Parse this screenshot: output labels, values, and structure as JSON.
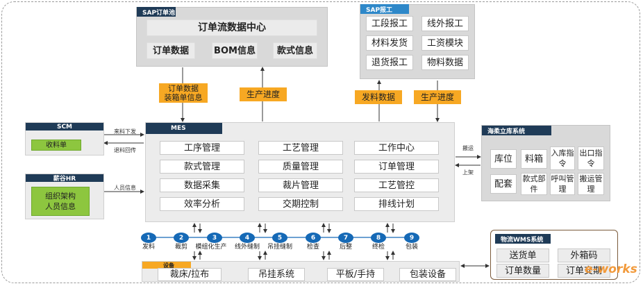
{
  "sap_order_pool": {
    "tag": "SAP订单池",
    "center": "订单流数据中心",
    "items": [
      "订单数据",
      "BOM信息",
      "款式信息"
    ]
  },
  "sap_report": {
    "tag": "SAP报工",
    "items": [
      "工段报工",
      "线外报工",
      "材料发货",
      "工资模块",
      "退货报工",
      "物料数据"
    ]
  },
  "flows": {
    "order_box": "订单数据\n装箱单信息",
    "progress_left": "生产进度",
    "issue_data": "发料数据",
    "progress_right": "生产进度"
  },
  "scm": {
    "tag": "SCM",
    "item": "收料单"
  },
  "hr": {
    "tag": "薪谷HR",
    "item": "组织架构\n人员信息"
  },
  "side_labels": {
    "incoming": "来料下发",
    "return": "退料回传",
    "personnel": "人员信息",
    "transport": "搬运",
    "shelve": "上架"
  },
  "mes": {
    "tag": "MES",
    "items": [
      "工序管理",
      "工艺管理",
      "工作中心",
      "款式管理",
      "质量管理",
      "订单管理",
      "数据采集",
      "裁片管理",
      "工艺管控",
      "效率分析",
      "交期控制",
      "排线计划"
    ]
  },
  "warehouse": {
    "tag": "海柔立库系统",
    "items": [
      "库位",
      "料箱",
      "入库指令",
      "出口指令",
      "配套",
      "款式部件",
      "呼叫管理",
      "搬运管理"
    ]
  },
  "steps": [
    {
      "num": "1",
      "label": "发料"
    },
    {
      "num": "2",
      "label": "裁剪"
    },
    {
      "num": "3",
      "label": "模组化生产"
    },
    {
      "num": "4",
      "label": "线外缝制"
    },
    {
      "num": "5",
      "label": "吊挂缝制"
    },
    {
      "num": "6",
      "label": "检查"
    },
    {
      "num": "7",
      "label": "后整"
    },
    {
      "num": "8",
      "label": "终检"
    },
    {
      "num": "9",
      "label": "包装"
    }
  ],
  "equipment": {
    "tag": "设备",
    "items": [
      "裁床/拉布",
      "吊挂系统",
      "平板/手持",
      "包装设备"
    ]
  },
  "wms": {
    "tag": "物流WMS系统",
    "items": [
      "送货单",
      "外箱码",
      "订单数量",
      "订单交期"
    ]
  },
  "watermark": "e-works"
}
